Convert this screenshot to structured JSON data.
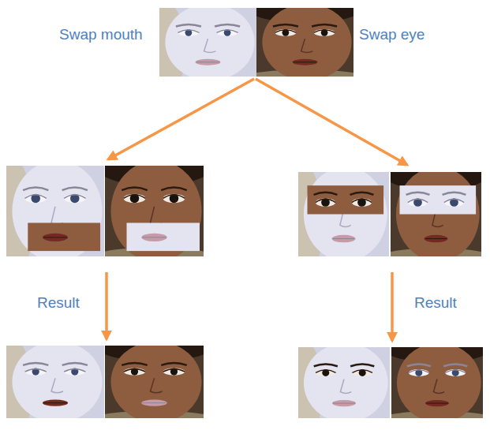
{
  "diagram": {
    "labels": [
      "Swap mouth",
      "Swap eye",
      "Result",
      "Result"
    ]
  }
}
